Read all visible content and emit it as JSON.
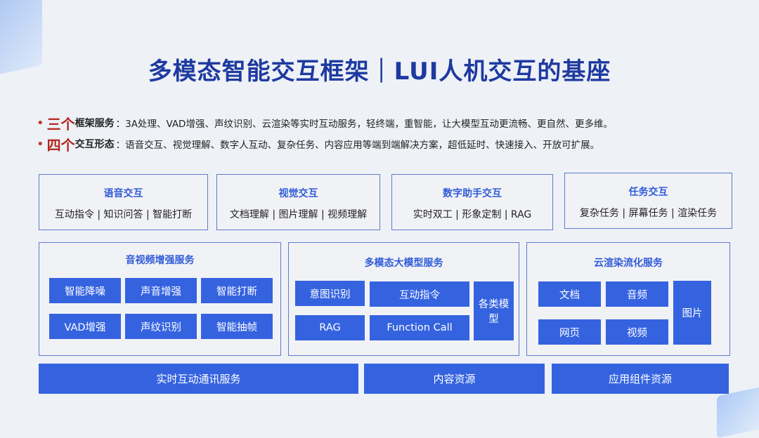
{
  "title": "多模态智能交互框架｜LUI人机交互的基座",
  "bullets": [
    {
      "num": "三个",
      "keyword": "框架服务",
      "text": "：3A处理、VAD增强、声纹识别、云渲染等实时互动服务，轻终端，重智能，让大模型互动更流畅、更自然、更多维。"
    },
    {
      "num": "四个",
      "keyword": "交互形态",
      "text": "：语音交互、视觉理解、数字人互动、复杂任务、内容应用等端到端解决方案，超低延时、快速接入、开放可扩展。"
    }
  ],
  "top_boxes": [
    {
      "title": "语音交互",
      "sub": "互动指令 | 知识问答 | 智能打断"
    },
    {
      "title": "视觉交互",
      "sub": "文档理解 | 图片理解 | 视频理解"
    },
    {
      "title": "数字助手交互",
      "sub": "实时双工 | 形象定制 | RAG"
    },
    {
      "title": "任务交互",
      "sub": "复杂任务 | 屏幕任务 | 渲染任务"
    }
  ],
  "av": {
    "title": "音视频增强服务",
    "items": [
      "智能降噪",
      "声音增强",
      "智能打断",
      "VAD增强",
      "声纹识别",
      "智能抽帧"
    ]
  },
  "mm": {
    "title": "多模态大模型服务",
    "items": [
      "意图识别",
      "互动指令",
      "RAG",
      "Function Call",
      "各类模型"
    ]
  },
  "cloud": {
    "title": "云渲染流化服务",
    "items": [
      "文档",
      "音频",
      "网页",
      "视频",
      "图片"
    ]
  },
  "bottom": [
    "实时互动通讯服务",
    "内容资源",
    "应用组件资源"
  ]
}
